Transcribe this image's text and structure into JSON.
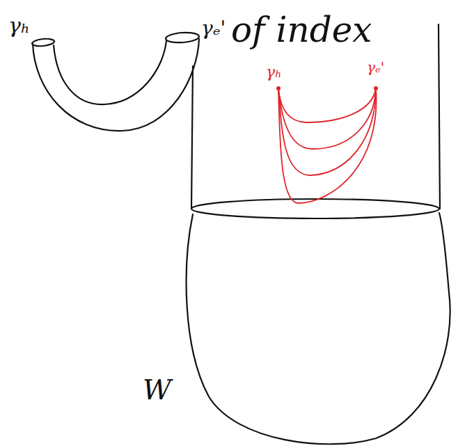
{
  "diagram": {
    "labels": [
      "γₕ",
      "γₑ'",
      "of index",
      "γₕ",
      "γₑ'",
      "W"
    ]
  }
}
